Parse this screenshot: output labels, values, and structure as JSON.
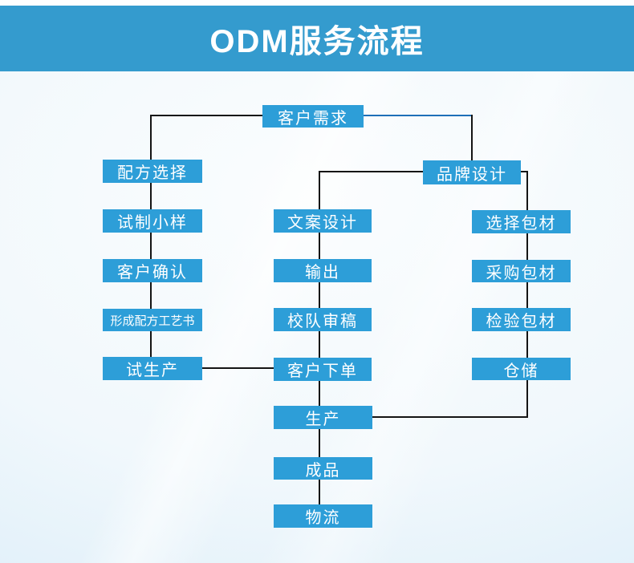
{
  "header": {
    "title": "ODM服务流程"
  },
  "colors": {
    "header_bg": "#349bce",
    "node_bg": "#2d9ed8",
    "node_text": "#ffffff",
    "line": "#141414",
    "accent_line": "#1e6fb8"
  },
  "flow": {
    "nodes": [
      {
        "id": "customer-demand",
        "label": "客户需求"
      },
      {
        "id": "formula-selection",
        "label": "配方选择"
      },
      {
        "id": "trial-sample",
        "label": "试制小样"
      },
      {
        "id": "customer-confirm",
        "label": "客户确认"
      },
      {
        "id": "formula-process-book",
        "label": "形成配方工艺书",
        "small": true
      },
      {
        "id": "trial-production",
        "label": "试生产"
      },
      {
        "id": "copy-design",
        "label": "文案设计"
      },
      {
        "id": "output",
        "label": "输出"
      },
      {
        "id": "proofread-review",
        "label": "校队审稿"
      },
      {
        "id": "customer-order",
        "label": "客户下单"
      },
      {
        "id": "production",
        "label": "生产"
      },
      {
        "id": "finished-product",
        "label": "成品"
      },
      {
        "id": "logistics",
        "label": "物流"
      },
      {
        "id": "brand-design",
        "label": "品牌设计"
      },
      {
        "id": "select-packaging",
        "label": "选择包材"
      },
      {
        "id": "purchase-packaging",
        "label": "采购包材"
      },
      {
        "id": "inspect-packaging",
        "label": "检验包材"
      },
      {
        "id": "warehousing",
        "label": "仓储"
      }
    ],
    "edges": [
      {
        "from": "customer-demand",
        "to": "formula-selection"
      },
      {
        "from": "formula-selection",
        "to": "trial-sample"
      },
      {
        "from": "trial-sample",
        "to": "customer-confirm"
      },
      {
        "from": "customer-confirm",
        "to": "formula-process-book"
      },
      {
        "from": "formula-process-book",
        "to": "trial-production"
      },
      {
        "from": "trial-production",
        "to": "customer-order"
      },
      {
        "from": "customer-demand",
        "to": "brand-design"
      },
      {
        "from": "brand-design",
        "to": "copy-design"
      },
      {
        "from": "copy-design",
        "to": "output"
      },
      {
        "from": "output",
        "to": "proofread-review"
      },
      {
        "from": "proofread-review",
        "to": "customer-order"
      },
      {
        "from": "customer-order",
        "to": "production"
      },
      {
        "from": "production",
        "to": "finished-product"
      },
      {
        "from": "finished-product",
        "to": "logistics"
      },
      {
        "from": "brand-design",
        "to": "select-packaging"
      },
      {
        "from": "select-packaging",
        "to": "purchase-packaging"
      },
      {
        "from": "purchase-packaging",
        "to": "inspect-packaging"
      },
      {
        "from": "inspect-packaging",
        "to": "warehousing"
      },
      {
        "from": "warehousing",
        "to": "production"
      }
    ]
  }
}
